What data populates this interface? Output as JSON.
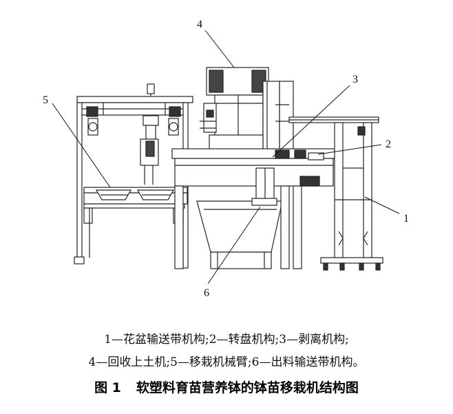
{
  "callouts": {
    "c1": "1",
    "c2": "2",
    "c3": "3",
    "c4": "4",
    "c5": "5",
    "c6": "6"
  },
  "legend": {
    "line1": "1—花盆输送带机构;2—转盘机构;3—剥离机构;",
    "line2": "4—回收上土机;5—移栽机械臂;6—出料输送带机构。"
  },
  "caption": {
    "number": "图 1",
    "title": "软塑料育苗营养钵的钵苗移栽机结构图"
  }
}
